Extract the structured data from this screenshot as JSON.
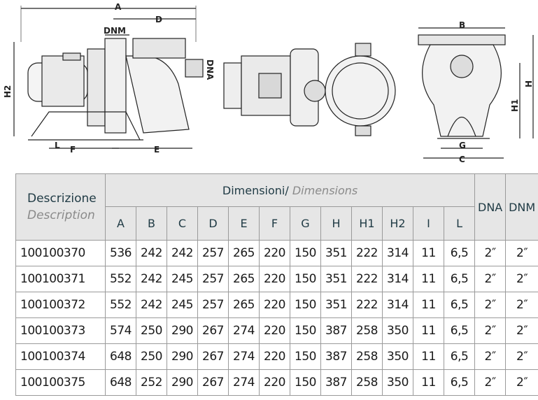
{
  "drawing_labels": {
    "A": "A",
    "D": "D",
    "DNM": "DNM",
    "DNA": "DNA",
    "H2": "H2",
    "F": "F",
    "E": "E",
    "L": "L",
    "B": "B",
    "H": "H",
    "H1": "H1",
    "G": "G",
    "C": "C"
  },
  "table": {
    "description_label": "Descrizione",
    "description_label_en": "Description",
    "dimensions_label": "Dimensioni/",
    "dimensions_label_en": "Dimensions",
    "dim_columns": [
      "A",
      "B",
      "C",
      "D",
      "E",
      "F",
      "G",
      "H",
      "H1",
      "H2",
      "I",
      "L"
    ],
    "dna_label": "DNA",
    "dnm_label": "DNM",
    "rows": [
      {
        "code": "100100370",
        "values": [
          "536",
          "242",
          "242",
          "257",
          "265",
          "220",
          "150",
          "351",
          "222",
          "314",
          "11",
          "6,5"
        ],
        "dna": "2″",
        "dnm": "2″"
      },
      {
        "code": "100100371",
        "values": [
          "552",
          "242",
          "245",
          "257",
          "265",
          "220",
          "150",
          "351",
          "222",
          "314",
          "11",
          "6,5"
        ],
        "dna": "2″",
        "dnm": "2″"
      },
      {
        "code": "100100372",
        "values": [
          "552",
          "242",
          "245",
          "257",
          "265",
          "220",
          "150",
          "351",
          "222",
          "314",
          "11",
          "6,5"
        ],
        "dna": "2″",
        "dnm": "2″"
      },
      {
        "code": "100100373",
        "values": [
          "574",
          "250",
          "290",
          "267",
          "274",
          "220",
          "150",
          "387",
          "258",
          "350",
          "11",
          "6,5"
        ],
        "dna": "2″",
        "dnm": "2″"
      },
      {
        "code": "100100374",
        "values": [
          "648",
          "250",
          "290",
          "267",
          "274",
          "220",
          "150",
          "387",
          "258",
          "350",
          "11",
          "6,5"
        ],
        "dna": "2″",
        "dnm": "2″"
      },
      {
        "code": "100100375",
        "values": [
          "648",
          "252",
          "290",
          "267",
          "274",
          "220",
          "150",
          "387",
          "258",
          "350",
          "11",
          "6,5"
        ],
        "dna": "2″",
        "dnm": "2″"
      }
    ]
  }
}
